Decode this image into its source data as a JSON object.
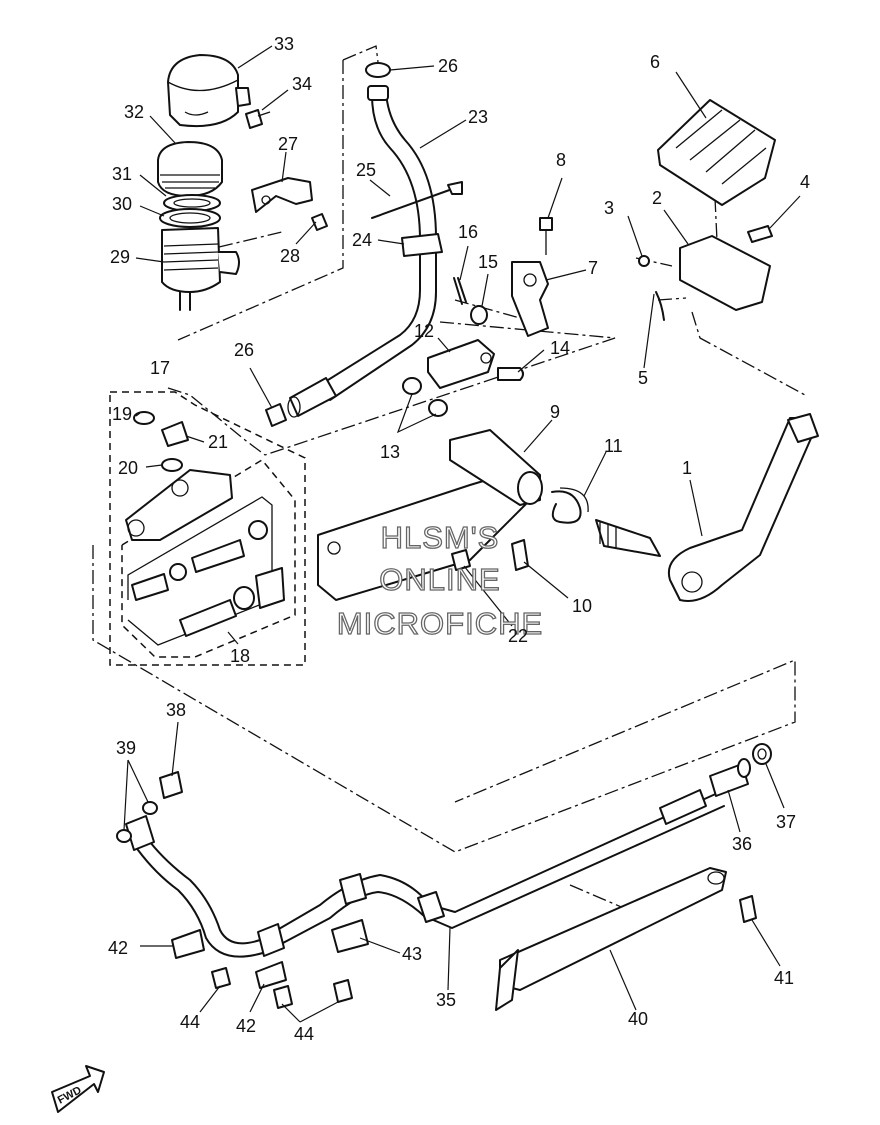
{
  "watermark": {
    "line1": "HLSM'S",
    "line2": "ONLINE",
    "line3": "MICROFICHE"
  },
  "fwd_label": "FWD",
  "callouts": {
    "c1": "1",
    "c2": "2",
    "c3": "3",
    "c4": "4",
    "c5": "5",
    "c6": "6",
    "c7": "7",
    "c8": "8",
    "c9": "9",
    "c10": "10",
    "c11": "11",
    "c12": "12",
    "c13": "13",
    "c14": "14",
    "c15": "15",
    "c16": "16",
    "c17": "17",
    "c18": "18",
    "c19": "19",
    "c20": "20",
    "c21": "21",
    "c22": "22",
    "c23": "23",
    "c24": "24",
    "c25": "25",
    "c26a": "26",
    "c26b": "26",
    "c27": "27",
    "c28": "28",
    "c29": "29",
    "c30": "30",
    "c31": "31",
    "c32": "32",
    "c33": "33",
    "c34": "34",
    "c35": "35",
    "c36": "36",
    "c37": "37",
    "c38": "38",
    "c39": "39",
    "c40": "40",
    "c41": "41",
    "c42a": "42",
    "c42b": "42",
    "c43": "43",
    "c44a": "44",
    "c44b": "44"
  }
}
